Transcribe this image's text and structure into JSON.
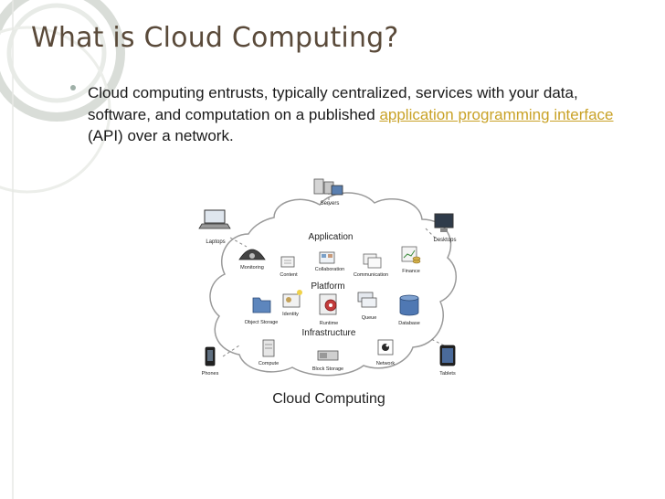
{
  "slide": {
    "title": "What is Cloud Computing?",
    "body_parts": [
      "Cloud computing entrusts, typically centralized, services with your data, software, and computation on a published ",
      " (API) over a network."
    ],
    "link_text": "application programming interface"
  },
  "diagram": {
    "caption": "Cloud Computing",
    "layers": {
      "application": "Application",
      "platform": "Platform",
      "infrastructure": "Infrastructure"
    },
    "labels": {
      "servers": "Servers",
      "laptops": "Laptops",
      "desktops": "Desktops",
      "monitoring": "Monitoring",
      "content": "Content",
      "collaboration": "Collaboration",
      "communication": "Communication",
      "finance": "Finance",
      "object_storage": "Object Storage",
      "identity": "Identity",
      "runtime": "Runtime",
      "queue": "Queue",
      "database": "Database",
      "compute": "Compute",
      "block_storage": "Block Storage",
      "network": "Network",
      "phones": "Phones",
      "tablets": "Tablets"
    }
  },
  "colors": {
    "title": "#5a4a3a",
    "link": "#c9a227",
    "bullet": "#9fb0a8",
    "cloud_stroke": "#9a9a9a"
  }
}
